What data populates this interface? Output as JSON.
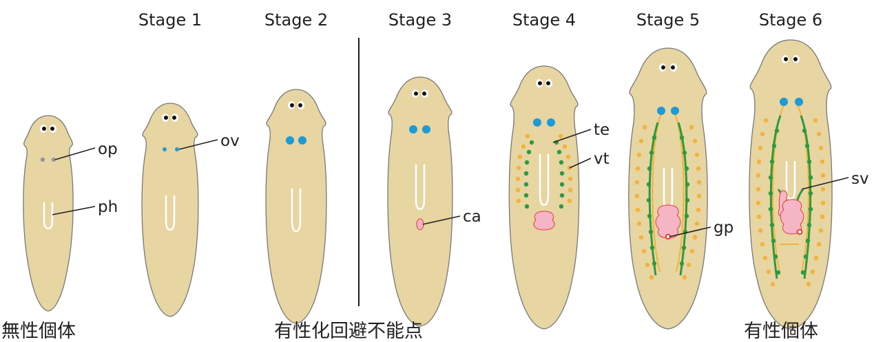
{
  "stage_titles": [
    "Stage 1",
    "Stage 2",
    "Stage 3",
    "Stage 4",
    "Stage 5",
    "Stage 6"
  ],
  "organ_labels": {
    "op": "op",
    "ov": "ov",
    "ph": "ph",
    "te": "te",
    "vt": "vt",
    "ca": "ca",
    "gp": "gp",
    "sv": "sv"
  },
  "captions": {
    "asexual": "無性個体",
    "point_of_no_return": "有性化回避不能点",
    "sexual": "有性個体"
  },
  "colors": {
    "body": "#e7d5a2",
    "ovary": "#1e9ad6",
    "testes": "#2c9a3e",
    "vitellaria": "#f2b33a",
    "copulatory_apparatus": "#f4b6c4",
    "gonopore": "#e23b3b"
  }
}
